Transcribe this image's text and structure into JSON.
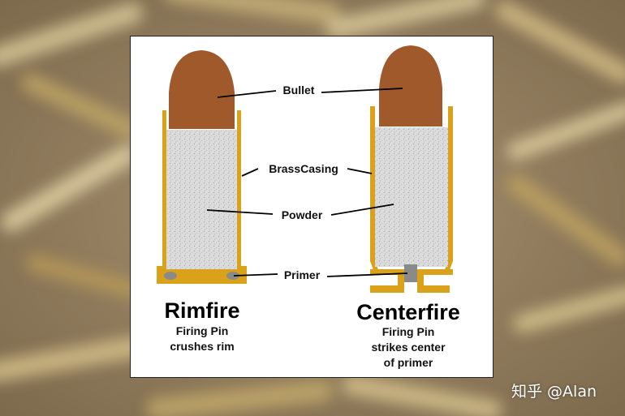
{
  "labels": {
    "bullet": "Bullet",
    "casing": "BrassCasing",
    "powder": "Powder",
    "primer": "Primer"
  },
  "rimfire": {
    "title": "Rimfire",
    "desc_line1": "Firing Pin",
    "desc_line2": "crushes rim"
  },
  "centerfire": {
    "title": "Centerfire",
    "desc_line1": "Firing Pin",
    "desc_line2": "strikes center",
    "desc_line3": "of primer"
  },
  "watermark": "知乎 @Alan",
  "colors": {
    "bullet": "#a0592a",
    "brass": "#d9a21a",
    "powder": "#d8d8d8",
    "primer": "#8a8a8a",
    "panel": "#ffffff"
  }
}
